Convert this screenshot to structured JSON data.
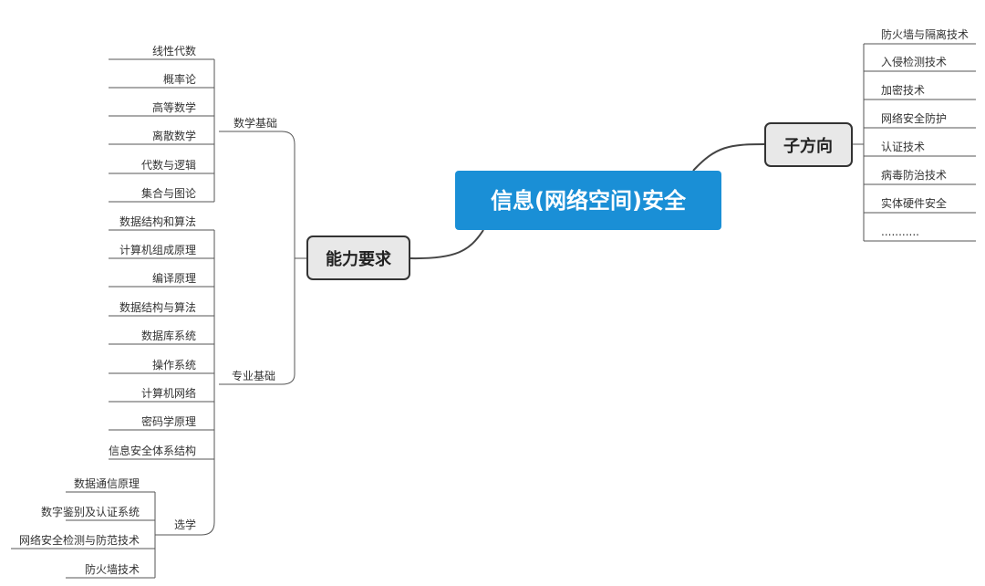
{
  "central": {
    "label": "信息(网络空间)安全",
    "fill": "#1a8fd6",
    "text_color": "#ffffff"
  },
  "main_branches": {
    "left": {
      "label": "能力要求",
      "fill": "#e8e8e8",
      "border": "#333333"
    },
    "right": {
      "label": "子方向",
      "fill": "#e8e8e8",
      "border": "#333333"
    }
  },
  "ability": {
    "math": {
      "label": "数学基础",
      "items": [
        "线性代数",
        "概率论",
        "高等数学",
        "离散数学",
        "代数与逻辑",
        "集合与图论"
      ]
    },
    "major": {
      "label": "专业基础",
      "items": [
        "数据结构和算法",
        "计算机组成原理",
        "编译原理",
        "数据结构与算法",
        "数据库系统",
        "操作系统",
        "计算机网络",
        "密码学原理",
        "信息安全体系结构"
      ]
    },
    "elective": {
      "label": "选学",
      "items": [
        "数据通信原理",
        "数字鉴别及认证系统",
        "网络安全检测与防范技术",
        "防火墙技术"
      ]
    }
  },
  "subdirections": [
    "防火墙与隔离技术",
    "入侵检测技术",
    "加密技术",
    "网络安全防护",
    "认证技术",
    "病毒防治技术",
    "实体硬件安全",
    "..........."
  ]
}
